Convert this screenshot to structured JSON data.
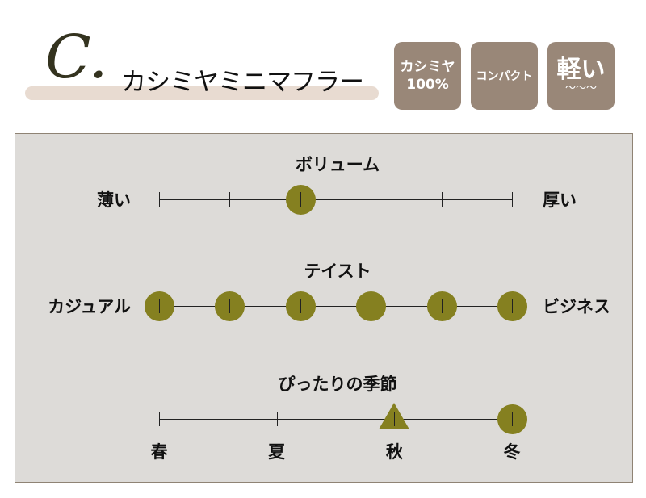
{
  "header": {
    "letter": "C.",
    "title": "カシミヤミニマフラー"
  },
  "badges": [
    {
      "line1": "カシミヤ",
      "line2": "100%"
    },
    {
      "line1": "コンパクト"
    },
    {
      "line1": "軽い",
      "decor": "〜〜〜"
    }
  ],
  "scales": [
    {
      "title": "ボリューム",
      "left": "薄い",
      "right": "厚い",
      "ticks": 6,
      "markers": [
        {
          "index": 2,
          "shape": "circle"
        }
      ]
    },
    {
      "title": "テイスト",
      "left": "カジュアル",
      "right": "ビジネス",
      "ticks": 6,
      "markers": [
        {
          "index": 0,
          "shape": "circle"
        },
        {
          "index": 1,
          "shape": "circle"
        },
        {
          "index": 2,
          "shape": "circle"
        },
        {
          "index": 3,
          "shape": "circle"
        },
        {
          "index": 4,
          "shape": "circle"
        },
        {
          "index": 5,
          "shape": "circle"
        }
      ]
    },
    {
      "title": "ぴったりの季節",
      "ticks": 4,
      "tick_labels": [
        "春",
        "夏",
        "秋",
        "冬"
      ],
      "markers": [
        {
          "index": 2,
          "shape": "triangle"
        },
        {
          "index": 3,
          "shape": "circle"
        }
      ]
    }
  ],
  "colors": {
    "marker": "#858020",
    "badge": "#998778"
  }
}
